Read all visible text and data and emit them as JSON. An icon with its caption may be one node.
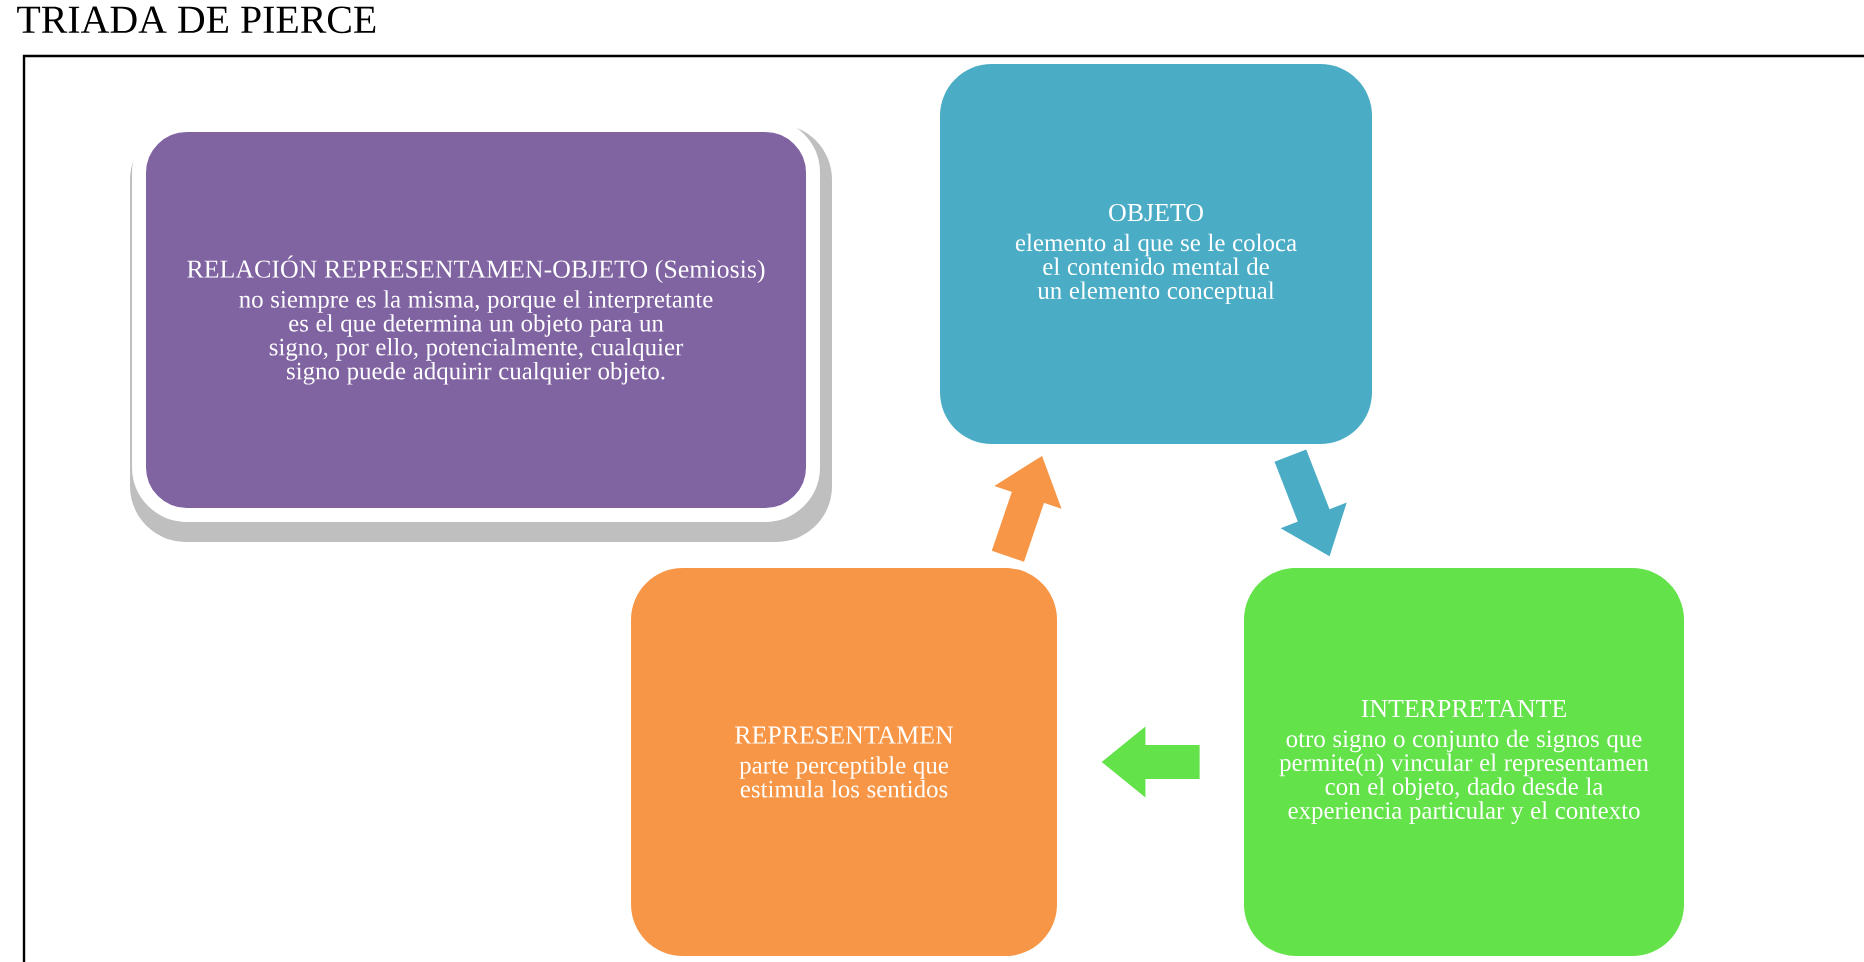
{
  "diagram": {
    "title": "TRIADA DE PIERCE",
    "nodes": [
      {
        "text": [
          "RELACIÓN REPRESENTAMEN-OBJETO (Semiosis)",
          "no siempre es la misma, porque el interpretante es el que determina un objeto para un signo, por ello, potencialmente, cualquier signo puede adquirir cualquier objeto."
        ]
      },
      {
        "text": [
          "OBJETO",
          "elemento al que se le coloca el contenido mental de un elemento conceptual"
        ]
      },
      {
        "text": [
          "INTERPRETANTE",
          "otro signo o conjunto de signos que permite(n) vincular el representamen con el objeto, dado desde la experiencia particular y el contexto"
        ]
      },
      {
        "text": [
          "REPRESENTAMEN",
          "parte perceptible que estimula los sentidos"
        ]
      }
    ],
    "edges": [
      {
        "from": 3,
        "to": 1,
        "arrow": "to",
        "color": "#f79646"
      },
      {
        "from": 1,
        "to": 2,
        "arrow": "to",
        "color": "#4bacc6"
      },
      {
        "from": 2,
        "to": 3,
        "arrow": "to",
        "color": "#63e24a"
      }
    ]
  }
}
